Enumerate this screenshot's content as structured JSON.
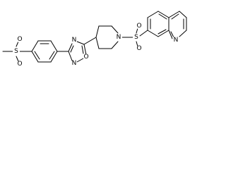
{
  "figure": {
    "type": "chemical-structure",
    "colors": {
      "bond": "#000000",
      "background": "#ffffff",
      "label": "#000000"
    },
    "atoms": {
      "sulfonyl_left": {
        "s": "S",
        "o_top": "O",
        "o_bottom": "O"
      },
      "oxadiazole": {
        "n_top": "N",
        "n_bottom": "N",
        "o_ring": "O"
      },
      "piperidine": {
        "n": "N"
      },
      "sulfonyl_right": {
        "s": "S",
        "o_top": "O",
        "o_bottom": "O"
      },
      "quinoline": {
        "n": "N"
      }
    }
  }
}
